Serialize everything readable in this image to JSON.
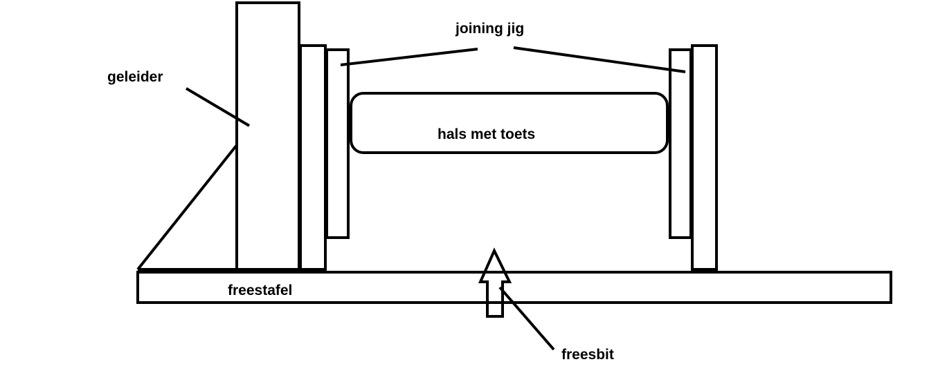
{
  "diagram": {
    "labels": {
      "joining_jig": "joining jig",
      "geleider": "geleider",
      "hals_met_toets": "hals met toets",
      "freestafel": "freestafel",
      "freesbit": "freesbit"
    },
    "colors": {
      "stroke": "#000000",
      "background": "#ffffff"
    }
  }
}
